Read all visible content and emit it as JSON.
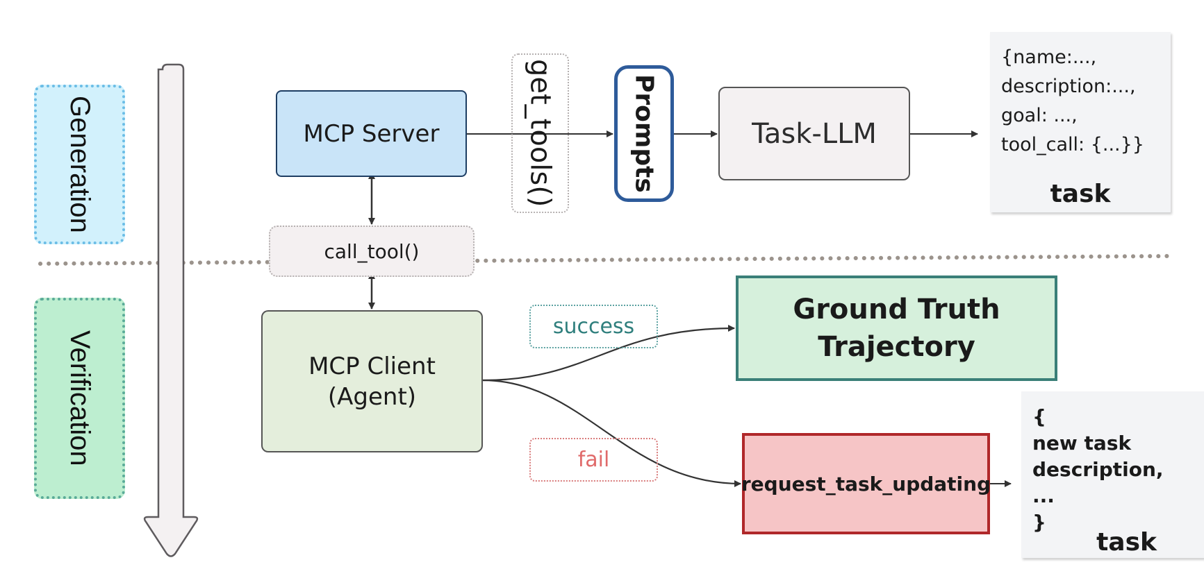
{
  "phases": {
    "generation": "Generation",
    "verification": "Verification"
  },
  "nodes": {
    "mcp_server": "MCP Server",
    "get_tools": "get_tools()",
    "prompts": "Prompts",
    "task_llm": "Task-LLM",
    "call_tool": "call_tool()",
    "mcp_client_line1": "MCP Client",
    "mcp_client_line2": "(Agent)",
    "ground_truth_line1": "Ground Truth",
    "ground_truth_line2": "Trajectory",
    "request_task_updating": "request_task_updating"
  },
  "edge_labels": {
    "success": "success",
    "fail": "fail"
  },
  "task_card_generation": {
    "lines": [
      "{name:...,",
      "description:...,",
      "goal: ...,",
      "tool_call: {...}}"
    ],
    "title": "task"
  },
  "task_card_update": {
    "lines": [
      "{",
      "new task",
      "description,",
      "...",
      "}"
    ],
    "title": "task"
  },
  "colors": {
    "generation_fill": "#d2f1fc",
    "verification_fill": "#bdeed0",
    "server_fill": "#c9e4f8",
    "prompts_border": "#2e5b9a",
    "ground_truth_border": "#3a7f78",
    "request_border": "#b0282a",
    "success_text": "#2f7f7d",
    "fail_text": "#e06a6a"
  }
}
